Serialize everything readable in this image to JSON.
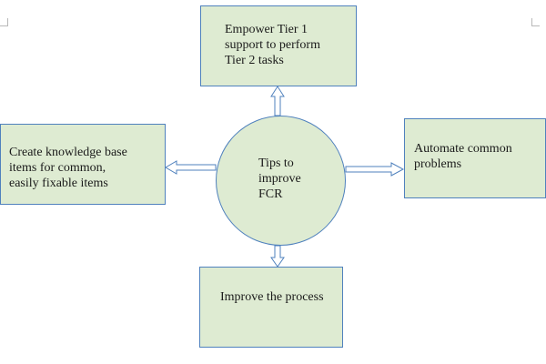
{
  "hub": {
    "lines": [
      "Tips to",
      "improve",
      "FCR"
    ]
  },
  "boxes": {
    "top": {
      "lines": [
        "Empower Tier 1",
        "support to perform",
        "Tier 2 tasks"
      ]
    },
    "left": {
      "lines": [
        "Create knowledge base",
        "items for common,",
        "easily fixable items"
      ]
    },
    "right": {
      "lines": [
        "Automate common",
        "problems"
      ]
    },
    "bottom": {
      "lines": [
        "Improve the process"
      ]
    }
  },
  "colors": {
    "fill": "#deebd2",
    "stroke": "#4f81bd",
    "arrow_fill": "#ffffff"
  }
}
